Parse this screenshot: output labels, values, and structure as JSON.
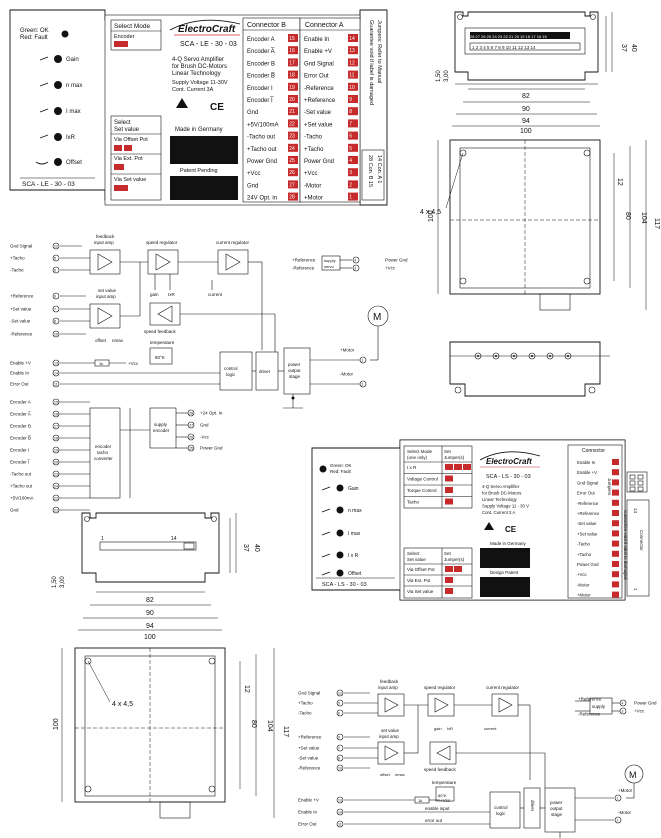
{
  "panel1": {
    "led_status": "Green: OK\nRed: Fault",
    "led_status_l1": "Green: OK",
    "led_status_l2": "Red: Fault",
    "pots": [
      "Gain",
      "n max",
      "I max",
      "IxR",
      "Offset"
    ],
    "model_side": "SCA - LE - 30 - 03",
    "select_mode": "Select Mode",
    "encoder": "Encoder",
    "select_set_value_1": "Select",
    "select_set_value_2": "Set value",
    "via_offset": "Via Offset Pot",
    "via_ext": "Via Ext. Pot",
    "via_set": "Via Set value",
    "logo": "ElectroCraft",
    "model": "SCA - LE - 30 - 03",
    "desc1": "4-Q Servo Amplifier",
    "desc2": "for Brush DC-Motors",
    "desc3": "Linear   Technology",
    "supply": "Supply Voltage 11-30V",
    "current": "Cont. Current          3A",
    "made_in": "Made  in  Germany",
    "patent": "Patent Pending",
    "conn_b_title": "Connector B",
    "conn_b": [
      {
        "label": "Encoder A",
        "num": "15"
      },
      {
        "label": "Encoder A̅",
        "num": "16"
      },
      {
        "label": "Encoder B",
        "num": "17"
      },
      {
        "label": "Encoder B̅",
        "num": "18"
      },
      {
        "label": "Encoder I",
        "num": "19"
      },
      {
        "label": "Encoder I̅",
        "num": "20"
      },
      {
        "label": "Gnd",
        "num": "21"
      },
      {
        "label": "+5V/100mA",
        "num": "22"
      },
      {
        "label": "-Tacho out",
        "num": "23"
      },
      {
        "label": "+Tacho out",
        "num": "24"
      },
      {
        "label": "Power Gnd",
        "num": "25"
      },
      {
        "label": "+Vcc",
        "num": "26"
      },
      {
        "label": "Gnd",
        "num": "27"
      },
      {
        "label": "24V Opt. in",
        "num": "28"
      }
    ],
    "conn_a_title": "Connector A",
    "conn_a": [
      {
        "label": "Enable In",
        "num": "14"
      },
      {
        "label": "Enable +V",
        "num": "13"
      },
      {
        "label": "Gnd Signal",
        "num": "12"
      },
      {
        "label": "Error Out",
        "num": "11"
      },
      {
        "label": "-Reference",
        "num": "10"
      },
      {
        "label": "+Reference",
        "num": "9"
      },
      {
        "label": "-Set value",
        "num": "8"
      },
      {
        "label": "+Set value",
        "num": "7"
      },
      {
        "label": "-Tacho",
        "num": "6"
      },
      {
        "label": "+Tacho",
        "num": "5"
      },
      {
        "label": "Power Gnd",
        "num": "4"
      },
      {
        "label": "+Vcc",
        "num": "3"
      },
      {
        "label": "-Motor",
        "num": "2"
      },
      {
        "label": "+Motor",
        "num": "1"
      }
    ],
    "vertical_1": "Guarantee void if label is damaged",
    "vertical_2": "Jumpers: Refer to Manual",
    "vertical_3": "28  Con. B  15",
    "vertical_4": "14  Con. A  1"
  },
  "dims_top": {
    "d150": "1,50",
    "d300": "3,00",
    "d82": "82",
    "d90": "90",
    "d94": "94",
    "d100": "100",
    "d40": "40",
    "d37": "37",
    "hole": "4 x 4,5",
    "d12": "12",
    "d80": "80",
    "d104": "104",
    "d117": "117",
    "d100v": "100"
  },
  "schematic1": {
    "left_labels": [
      "Gnd Signal",
      "+Tacho",
      "-Tacho",
      "+Reference",
      "+Set value",
      "-Set value",
      "-Reference",
      "Enable +V",
      "Enable In",
      "Error Out",
      "Encoder A",
      "Encoder A̅",
      "Encoder B",
      "Encoder B̅",
      "Encoder I",
      "Encoder I̅",
      "-Tacho out",
      "+Tacho out",
      "+5V/100mA",
      "Gnd"
    ],
    "left_nums": [
      "12",
      "5",
      "6",
      "9",
      "7",
      "8",
      "10",
      "13",
      "14",
      "11",
      "15",
      "16",
      "17",
      "18",
      "19",
      "20",
      "23",
      "24",
      "22",
      "21"
    ],
    "blocks": {
      "feedback": "feedback\ninput amp",
      "speed": "speed regulator",
      "current": "current regulator",
      "setval": "set value\ninput amp",
      "speedfb": "speed feedback",
      "temperature": "temperature",
      "control": "control\nlogic",
      "driver": "driver",
      "power": "power\noutput\nstage",
      "encoder": "encoder\ntacho\nconverter",
      "supply": "supply\nencoder",
      "supply_servo": "supply\nservo"
    },
    "right_labels": [
      "+Reference",
      "-Reference",
      "Power Gnd",
      "+Vcc",
      "+Motor",
      "-Motor",
      "+24 Opt. In",
      "Gnd",
      "-Vcc",
      "Power Gnd"
    ],
    "right_nums": [
      "4",
      "3",
      "1",
      "2",
      "28",
      "27",
      "26",
      "25"
    ],
    "pots": [
      "gain",
      "IxR",
      "current",
      "offset",
      "nmax"
    ],
    "misc": [
      "1k",
      "+Vcc",
      "80°K"
    ]
  },
  "panel2": {
    "led_status_l1": "Green: OK",
    "led_status_l2": "Red: Fault",
    "pots": [
      "Gain",
      "n max",
      "I max",
      "I x R",
      "Offset"
    ],
    "model_side": "SCA - LS - 30 - 03",
    "select_mode": "Select Mode\n(one only)",
    "set_jumpers": "Set\nJumper(s)",
    "modes": [
      "I x R",
      "Voltage Control",
      "Torque Control",
      "Tacho"
    ],
    "select_set": "Select\nSet value",
    "set_jumpers2": "Set\nJumper(s)",
    "via": [
      "Via Offset Pot",
      "Via Ext. Pot",
      "Via Set value"
    ],
    "logo": "ElectroCraft",
    "model": "SCA - LS - 30 - 03",
    "desc": [
      "4-Q Servo Amplifier",
      "for Brush DC-Motors",
      "Linear Technology",
      "Supply Voltage  11 - 30 V",
      "Cont. Current  3 A"
    ],
    "made_in": "Made in Germany",
    "patent": "Design Patent",
    "connector": "Connector",
    "conn": [
      "Enable In",
      "Enable +V",
      "Gnd Signal",
      "Error Out",
      "-Reference",
      "+Reference",
      "-Set value",
      "+Set value",
      "-Tacho",
      "+Tacho",
      "Power Gnd",
      "+Vcc",
      "-Motor",
      "+Motor"
    ],
    "vertical": "Guarantee void if label is damaged",
    "connector_v": "Connector",
    "jumpers": "Jumpers",
    "num14": "14",
    "num1": "1"
  },
  "dims_bottom": {
    "d150": "1,50",
    "d300": "3,00",
    "d82": "82",
    "d90": "90",
    "d94": "94",
    "d100": "100",
    "d40": "40",
    "d37": "37",
    "n1": "1",
    "n14": "14",
    "hole": "4 x 4,5",
    "d12": "12",
    "d80": "80",
    "d104": "104",
    "d117": "117",
    "d100v": "100"
  },
  "schematic2": {
    "left_labels": [
      "Gnd Signal",
      "+Tacho",
      "-Tacho",
      "+Reference",
      "+Set value",
      "-Set value",
      "-Reference",
      "Enable +V",
      "Enable In",
      "Error Out"
    ],
    "left_nums": [
      "12",
      "5",
      "6",
      "9",
      "7",
      "8",
      "10",
      "13",
      "14",
      "11"
    ],
    "blocks": [
      "feedback\ninput amp",
      "speed regulator",
      "current regulator",
      "set value\ninput amp",
      "speed feedback",
      "temperature",
      "control\nlogic",
      "driver",
      "power\noutput\nstage",
      "supply"
    ],
    "right_labels": [
      "+Reference",
      "-Reference",
      "Power Gnd",
      "+Vcc",
      "+Motor",
      "-Motor"
    ],
    "right_nums": [
      "4",
      "3",
      "1",
      "2"
    ],
    "pots": [
      "gain",
      "IxR",
      "current",
      "offset",
      "nmax"
    ],
    "misc": [
      "1k",
      "+Vcc",
      "80°K",
      "enable input",
      "error out",
      "M"
    ]
  }
}
